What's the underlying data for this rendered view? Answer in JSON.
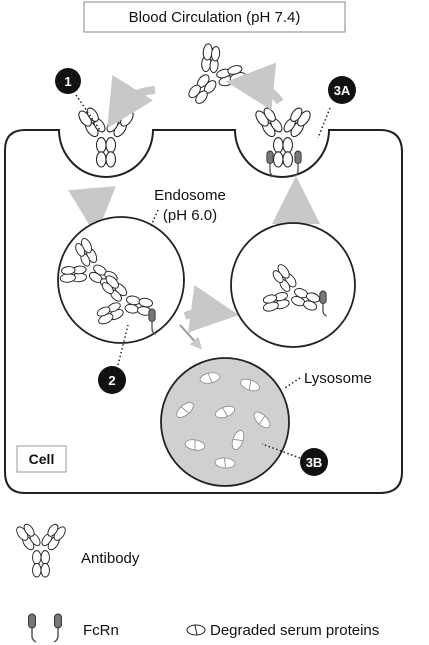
{
  "header": {
    "title": "Blood Circulation (pH 7.4)"
  },
  "labels": {
    "endosome_line1": "Endosome",
    "endosome_line2": "(pH 6.0)",
    "lysosome": "Lysosome",
    "cell": "Cell"
  },
  "steps": [
    "1",
    "2",
    "3A",
    "3B"
  ],
  "legend": {
    "antibody": "Antibody",
    "fcrn": "FcRn",
    "degraded": "Degraded serum proteins"
  },
  "icons": [
    "antibody-icon",
    "fcrn-icon",
    "degraded-protein-icon",
    "arrow-icon"
  ],
  "colors": {
    "arrow": "#c8c8c8",
    "lysosome_fill": "#d0d0d0",
    "fcrn": "#777777",
    "badge": "#111111",
    "outline": "#222222"
  }
}
